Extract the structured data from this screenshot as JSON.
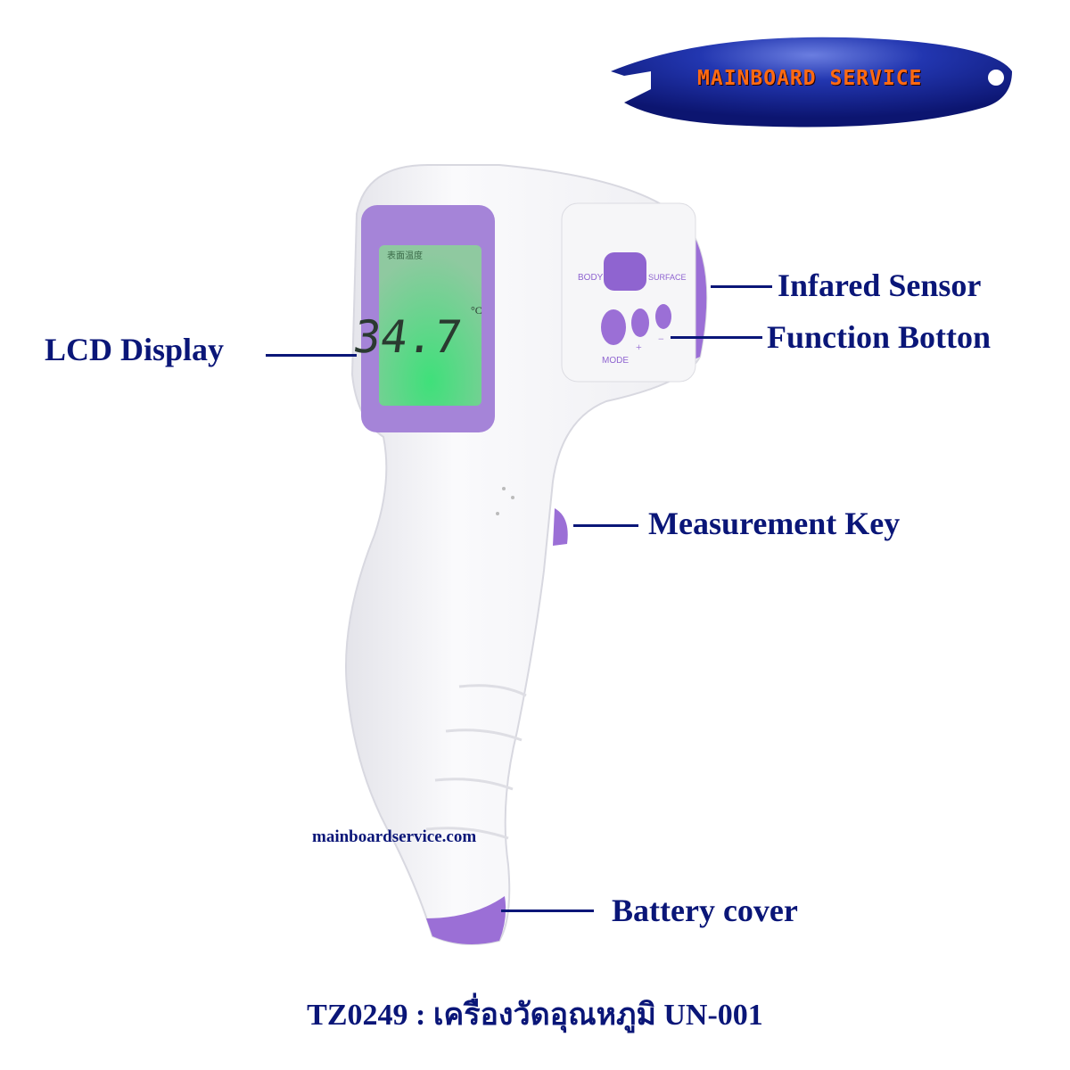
{
  "logo": {
    "text": "MAINBOARD SERVICE",
    "colors": {
      "badge": "#1a2a9a",
      "text": "#ff6a12"
    }
  },
  "device": {
    "lcd_reading": "34.7",
    "lcd_unit": "°C",
    "lcd_caption": "表面温度",
    "switch_left": "BODY",
    "switch_right": "SURFACE",
    "button_mode": "MODE",
    "button_plus": "+",
    "button_minus": "−"
  },
  "labels": {
    "lcd_display": "LCD Display",
    "infrared_sensor": "Infared Sensor",
    "function_button": "Function Botton",
    "measurement_key": "Measurement Key",
    "battery_cover": "Battery cover"
  },
  "website": "mainboardservice.com",
  "footer": "TZ0249 : เครื่องวัดอุณหภูมิ UN-001",
  "colors": {
    "label": "#0a1678",
    "accent": "#9b6fd6",
    "lcd": "#5fd08a"
  }
}
